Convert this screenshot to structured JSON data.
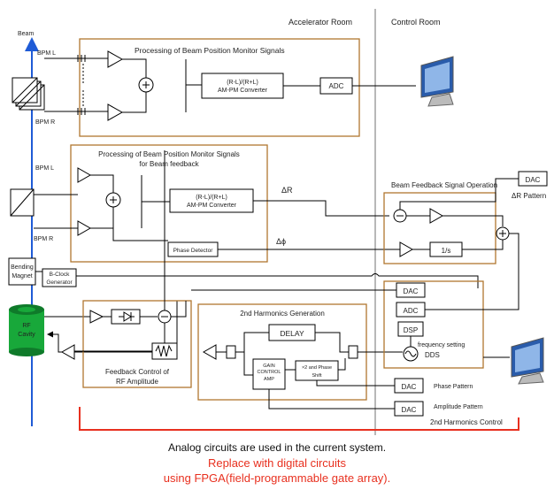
{
  "rooms": {
    "accelerator": "Accelerator Room",
    "control": "Control Room"
  },
  "beam": "Beam",
  "bpm": {
    "left": "BPM L",
    "right": "BPM R"
  },
  "block1": {
    "title": "Processing of Beam Position Monitor Signals",
    "converter_line1": "(R-L)/(R+L)",
    "converter_line2": "AM-PM Converter"
  },
  "adc": "ADC",
  "block2": {
    "title_line1": "Processing of Beam Position Monitor Signals",
    "title_line2": "for Beam feedback",
    "converter_line1": "(R-L)/(R+L)",
    "converter_line2": "AM-PM Converter",
    "phase_detector": "Phase Detector"
  },
  "signals": {
    "delta_r": "ΔR",
    "delta_phi": "Δϕ"
  },
  "beam_feedback": {
    "title": "Beam Feedback Signal Operation",
    "dac": "DAC",
    "pattern": "ΔR Pattern",
    "integrator": "1/s"
  },
  "bending_magnet": {
    "line1": "Bending",
    "line2": "Magnet"
  },
  "bclock": {
    "line1": "B-Clock",
    "line2": "Generator"
  },
  "rf_cavity": {
    "line1": "RF",
    "line2": "Cavity"
  },
  "feedback_rf": {
    "title_line1": "Feedback Control of",
    "title_line2": "RF Amplitude"
  },
  "harmonics": {
    "title": "2nd Harmonics Generation",
    "delay": "DELAY",
    "gain_line1": "GAIN",
    "gain_line2": "CONTROL",
    "gain_line3": "AMP",
    "shift_line1": "×2 and Phase",
    "shift_line2": "Shift"
  },
  "control_block": {
    "dac": "DAC",
    "adc": "ADC",
    "dsp": "DSP",
    "freq_setting": "frequency setting",
    "dds": "DDS"
  },
  "patterns": {
    "phase_dac": "DAC",
    "phase": "Phase Pattern",
    "amp_dac": "DAC",
    "amplitude": "Amplitude Pattern"
  },
  "bracket_label": "2nd Harmonics Control",
  "captions": {
    "line1": "Analog circuits are used in the current system.",
    "line2": "Replace with digital circuits",
    "line3": "using FPGA(field-programmable gate array)."
  },
  "colors": {
    "block_border": "#b0772f",
    "highlight": "#e8301f",
    "beam": "#1f5bd6",
    "cavity": "#18a83a"
  }
}
